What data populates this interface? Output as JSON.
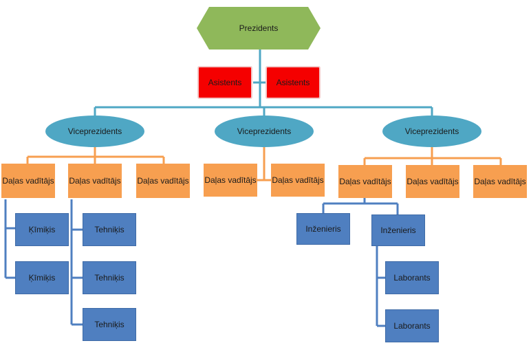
{
  "president": "Prezidents",
  "assistants": [
    "Asistents",
    "Asistents"
  ],
  "vice_presidents": [
    {
      "label": "Viceprezidents",
      "departments": [
        {
          "label": "Daļas vadītājs",
          "staff": [
            "Ķīmiķis",
            "Ķīmiķis"
          ]
        },
        {
          "label": "Daļas vadītājs",
          "staff": [
            "Tehniķis",
            "Tehniķis",
            "Tehniķis"
          ]
        },
        {
          "label": "Daļas vadītājs",
          "staff": []
        }
      ]
    },
    {
      "label": "Viceprezidents",
      "departments": [
        {
          "label": "Daļas vadītājs",
          "staff": []
        },
        {
          "label": "Daļas vadītājs",
          "staff": []
        }
      ]
    },
    {
      "label": "Viceprezidents",
      "departments": [
        {
          "label": "Daļas vadītājs",
          "staff": [
            {
              "label": "Inženieris",
              "staff": []
            },
            {
              "label": "Inženieris",
              "staff": [
                "Laborants",
                "Laborants"
              ]
            }
          ]
        },
        {
          "label": "Daļas vadītājs",
          "staff": []
        },
        {
          "label": "Daļas vadītājs",
          "staff": []
        }
      ]
    }
  ],
  "colors": {
    "president": "#8fb85a",
    "assistant": "#f50000",
    "vice_president": "#4fa7c4",
    "department_head": "#f79f50",
    "staff": "#4f7fc0",
    "connector_blue": "#4fa7c4",
    "connector_orange": "#f79f50",
    "connector_staff": "#4f7fc0"
  }
}
